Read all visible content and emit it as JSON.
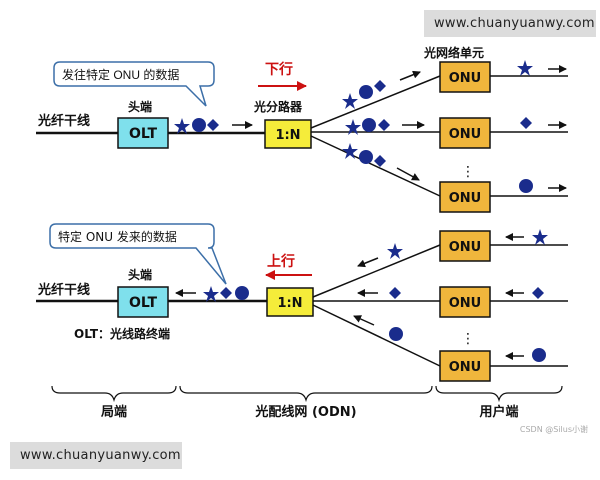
{
  "watermark_top": "www.chuanyuanwy.com",
  "watermark_bottom": "www.chuanyuanwy.com",
  "csdn_credit": "CSDN @Silus小谢",
  "colors": {
    "olt_fill": "#7fe0ec",
    "splitter_fill": "#f5ec3a",
    "onu_fill": "#f0b63c",
    "arrow_red": "#cc1111",
    "symbol_blue": "#1a2c8c",
    "callout_border": "#3c6fa8"
  },
  "top": {
    "callout": "发往特定 ONU 的数据",
    "trunk_label": "光纤干线",
    "head_label": "头端",
    "olt": "OLT",
    "splitter_label": "光分路器",
    "splitter": "1:N",
    "direction": "下行",
    "onu_unit_label": "光网络单元",
    "onu": [
      "ONU",
      "ONU",
      "ONU"
    ]
  },
  "bottom": {
    "callout": "特定 ONU 发来的数据",
    "trunk_label": "光纤干线",
    "head_label": "头端",
    "olt": "OLT",
    "olt_note": "OLT：光线路终端",
    "splitter": "1:N",
    "direction": "上行",
    "onu": [
      "ONU",
      "ONU",
      "ONU"
    ]
  },
  "sections": [
    "局端",
    "光配线网 (ODN)",
    "用户端"
  ],
  "dots": "⋮",
  "icons": [
    "star-icon",
    "circle-icon",
    "diamond-icon"
  ]
}
